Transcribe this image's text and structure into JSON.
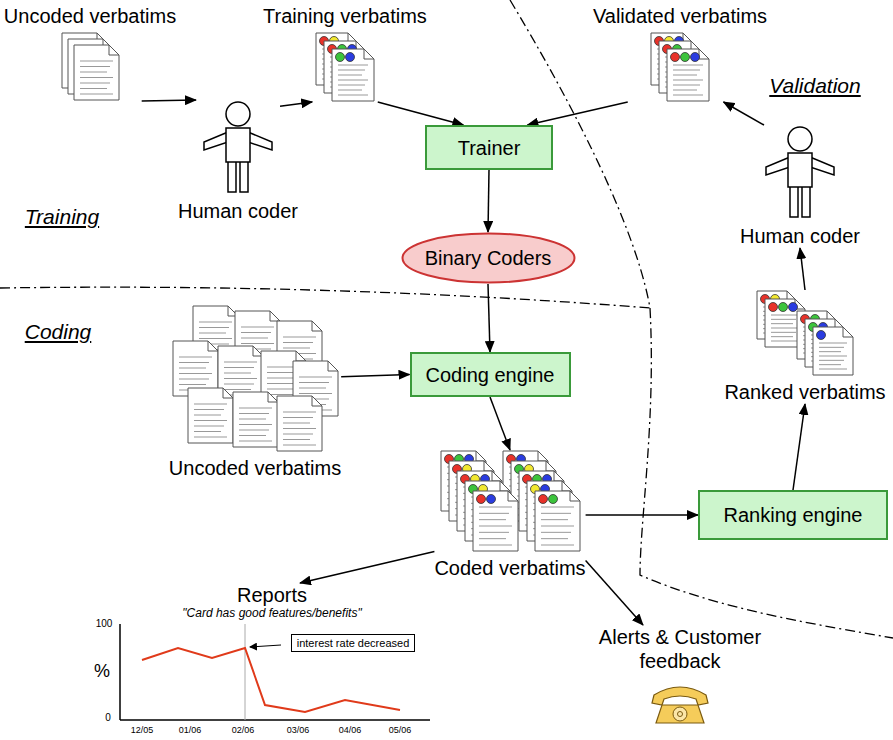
{
  "diagram": {
    "nodes": [
      {
        "text": [
          "Uncoded verbatims"
        ]
      },
      {
        "text": [
          "Human coder"
        ]
      },
      {
        "text": [
          "Training verbatims"
        ]
      },
      {
        "text": [
          "Validated verbatims"
        ]
      },
      {
        "text": [
          "Trainer"
        ]
      },
      {
        "text": [
          "Binary Coders"
        ]
      },
      {
        "text": [
          "Human coder"
        ]
      },
      {
        "text": [
          "Coding engine"
        ]
      },
      {
        "text": [
          "Uncoded verbatims"
        ]
      },
      {
        "text": [
          "Coded verbatims"
        ]
      },
      {
        "text": [
          "Ranked verbatims"
        ]
      },
      {
        "text": [
          "Ranking engine"
        ]
      },
      {
        "text": [
          "Reports"
        ]
      },
      {
        "text": [
          "Alerts & Customer feedback"
        ]
      }
    ],
    "edges": [
      {
        "from": 0,
        "to": 1,
        "arrow": "to"
      },
      {
        "from": 1,
        "to": 2,
        "arrow": "to"
      },
      {
        "from": 2,
        "to": 4,
        "arrow": "to"
      },
      {
        "from": 3,
        "to": 4,
        "arrow": "to"
      },
      {
        "from": 4,
        "to": 5,
        "arrow": "to"
      },
      {
        "from": 5,
        "to": 7,
        "arrow": "to"
      },
      {
        "from": 8,
        "to": 7,
        "arrow": "to"
      },
      {
        "from": 7,
        "to": 9,
        "arrow": "to"
      },
      {
        "from": 9,
        "to": 11,
        "arrow": "to"
      },
      {
        "from": 11,
        "to": 10,
        "arrow": "to"
      },
      {
        "from": 10,
        "to": 6,
        "arrow": "to"
      },
      {
        "from": 6,
        "to": 3,
        "arrow": "to"
      },
      {
        "from": 9,
        "to": 12,
        "arrow": "to"
      },
      {
        "from": 9,
        "to": 13,
        "arrow": "to"
      }
    ],
    "labels": [
      "Training",
      "Coding",
      "Validation",
      "\"Card has good features/benefits\"",
      "100",
      "%",
      "0",
      "interest rate decreased",
      "12/05",
      "01/06",
      "02/06",
      "03/06",
      "04/06",
      "05/06"
    ]
  }
}
